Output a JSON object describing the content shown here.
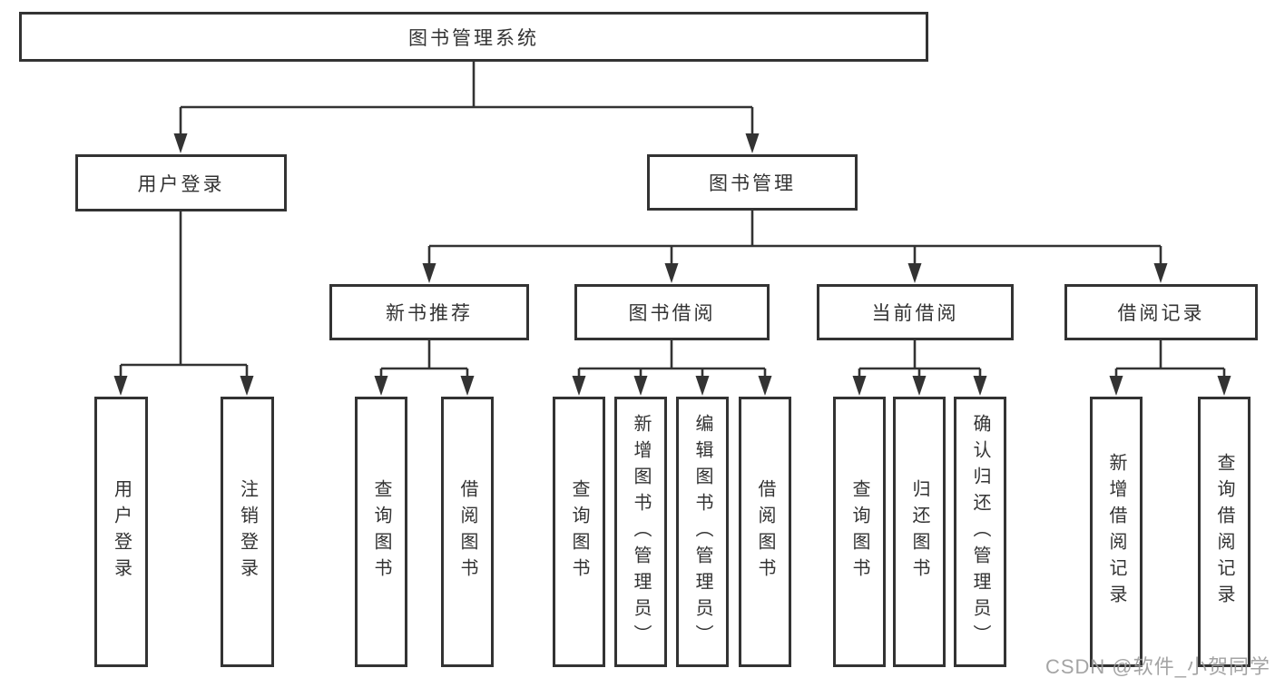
{
  "tree": {
    "label": "图书管理系统",
    "children": [
      {
        "label": "用户登录",
        "children": [
          {
            "label": "用户登录"
          },
          {
            "label": "注销登录"
          }
        ]
      },
      {
        "label": "图书管理",
        "children": [
          {
            "label": "新书推荐",
            "children": [
              {
                "label": "查询图书"
              },
              {
                "label": "借阅图书"
              }
            ]
          },
          {
            "label": "图书借阅",
            "children": [
              {
                "label": "查询图书"
              },
              {
                "label": "新增图书（管理员）"
              },
              {
                "label": "编辑图书（管理员）"
              },
              {
                "label": "借阅图书"
              }
            ]
          },
          {
            "label": "当前借阅",
            "children": [
              {
                "label": "查询图书"
              },
              {
                "label": "归还图书"
              },
              {
                "label": "确认归还（管理员）"
              }
            ]
          },
          {
            "label": "借阅记录",
            "children": [
              {
                "label": "新增借阅记录"
              },
              {
                "label": "查询借阅记录"
              }
            ]
          }
        ]
      }
    ]
  },
  "watermark": "CSDN @软件_小贺同学",
  "colors": {
    "line": "#333333",
    "text": "#333333",
    "box_background": "#ffffff",
    "page_background": "#ffffff",
    "watermark": "#9b9b9b"
  }
}
